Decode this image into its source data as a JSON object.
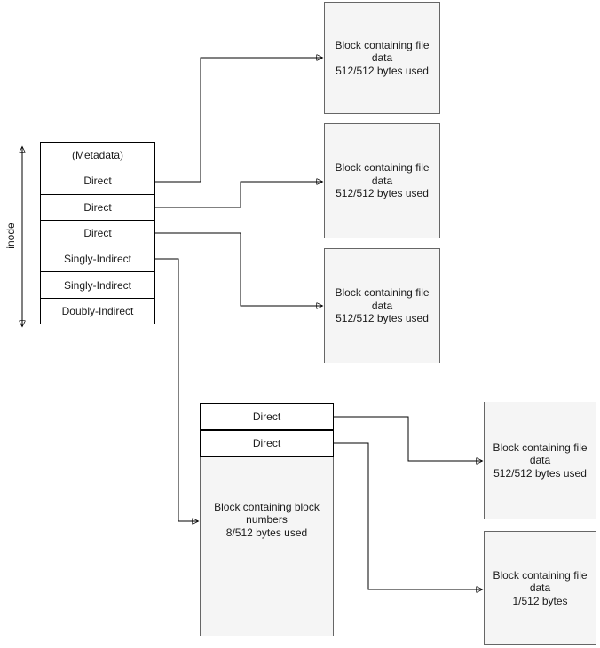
{
  "colors": {
    "background": "#ffffff",
    "block_fill": "#f5f5f5",
    "block_stroke": "#666666",
    "cell_fill": "#ffffff",
    "cell_stroke": "#000000",
    "line": "#000000",
    "text": "#1a1a1a"
  },
  "inode": {
    "label": "inode",
    "rows": [
      "(Metadata)",
      "Direct",
      "Direct",
      "Direct",
      "Singly-Indirect",
      "Singly-Indirect",
      "Doubly-Indirect"
    ]
  },
  "blocks": {
    "file_block_1": {
      "text": "Block containing file\ndata\n512/512 bytes used"
    },
    "file_block_2": {
      "text": "Block containing file\ndata\n512/512 bytes used"
    },
    "file_block_3": {
      "text": "Block containing file\ndata\n512/512 bytes used"
    },
    "file_block_4": {
      "text": "Block containing file\ndata\n512/512 bytes used"
    },
    "file_block_5": {
      "text": "Block containing file\ndata\n1/512 bytes"
    },
    "indirect_block": {
      "rows": [
        "Direct",
        "Direct"
      ],
      "text": "Block containing block\nnumbers\n8/512 bytes used"
    }
  }
}
